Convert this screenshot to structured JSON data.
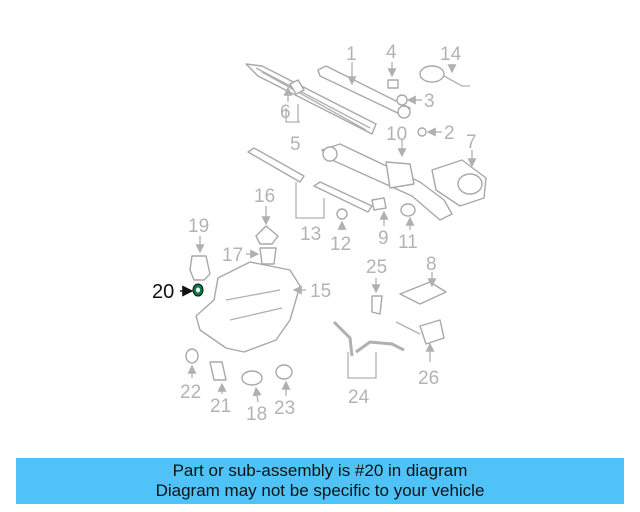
{
  "diagram": {
    "highlighted_part": "20",
    "highlight_color": "#111111",
    "muted_color": "#b3b3b3",
    "callouts": [
      "1",
      "2",
      "3",
      "4",
      "5",
      "6",
      "7",
      "8",
      "9",
      "10",
      "11",
      "12",
      "13",
      "14",
      "15",
      "16",
      "17",
      "18",
      "19",
      "20",
      "21",
      "22",
      "23",
      "24",
      "25",
      "26"
    ]
  },
  "caption": {
    "background": "#4fc3f7",
    "line1": "Part or sub-assembly is #20 in diagram",
    "line2": "Diagram may not be specific to your vehicle"
  }
}
